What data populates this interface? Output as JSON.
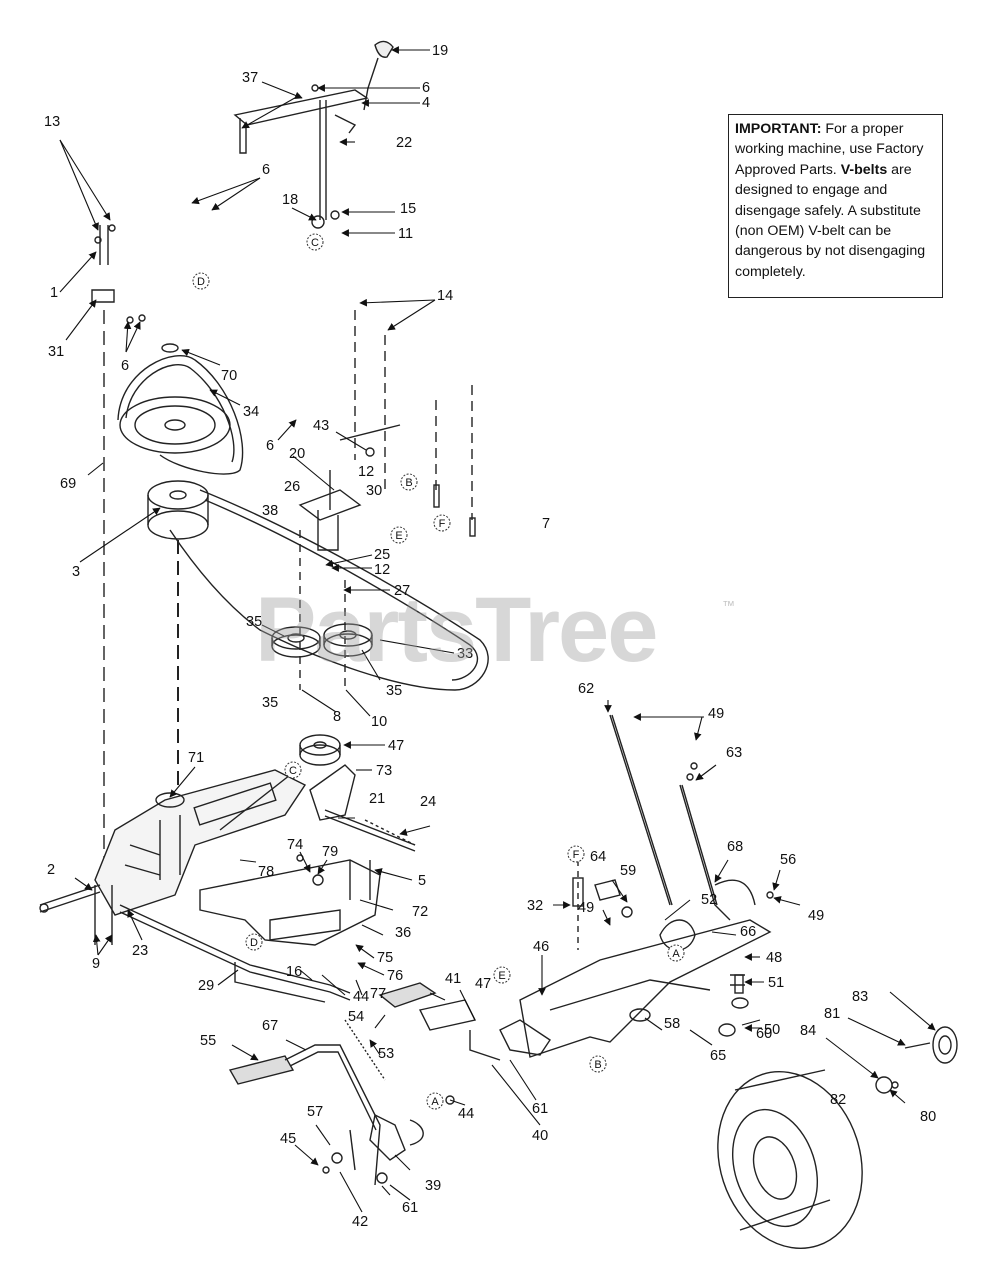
{
  "watermark": {
    "brand": "PartsTree",
    "tm": "™"
  },
  "note": {
    "heading": "IMPORTANT:",
    "line1": " For a proper working machine, use Factory Approved Parts.",
    "bold2": "V-belts",
    "line2": " are designed to engage and disengage safely. A substitute (non OEM) V-belt can be dangerous by not disengaging completely."
  },
  "callouts": [
    {
      "id": "c19",
      "text": "19"
    },
    {
      "id": "c37",
      "text": "37"
    },
    {
      "id": "c6a",
      "text": "6"
    },
    {
      "id": "c4",
      "text": "4"
    },
    {
      "id": "c13",
      "text": "13"
    },
    {
      "id": "c22",
      "text": "22"
    },
    {
      "id": "c6b",
      "text": "6"
    },
    {
      "id": "c18",
      "text": "18"
    },
    {
      "id": "c15",
      "text": "15"
    },
    {
      "id": "c11",
      "text": "11"
    },
    {
      "id": "c1",
      "text": "1"
    },
    {
      "id": "c14",
      "text": "14"
    },
    {
      "id": "c31",
      "text": "31"
    },
    {
      "id": "c6c",
      "text": "6"
    },
    {
      "id": "c70",
      "text": "70"
    },
    {
      "id": "c34",
      "text": "34"
    },
    {
      "id": "c6d",
      "text": "6"
    },
    {
      "id": "c43",
      "text": "43"
    },
    {
      "id": "c69",
      "text": "69"
    },
    {
      "id": "c20",
      "text": "20"
    },
    {
      "id": "c12a",
      "text": "12"
    },
    {
      "id": "c30",
      "text": "30"
    },
    {
      "id": "c26",
      "text": "26"
    },
    {
      "id": "c38",
      "text": "38"
    },
    {
      "id": "c7",
      "text": "7"
    },
    {
      "id": "c3",
      "text": "3"
    },
    {
      "id": "c25",
      "text": "25"
    },
    {
      "id": "c12b",
      "text": "12"
    },
    {
      "id": "c27",
      "text": "27"
    },
    {
      "id": "c35a",
      "text": "35"
    },
    {
      "id": "c33",
      "text": "33"
    },
    {
      "id": "c35b",
      "text": "35"
    },
    {
      "id": "c35c",
      "text": "35"
    },
    {
      "id": "c8",
      "text": "8"
    },
    {
      "id": "c10",
      "text": "10"
    },
    {
      "id": "c62",
      "text": "62"
    },
    {
      "id": "c49a",
      "text": "49"
    },
    {
      "id": "c47a",
      "text": "47"
    },
    {
      "id": "c71",
      "text": "71"
    },
    {
      "id": "c73",
      "text": "73"
    },
    {
      "id": "c63",
      "text": "63"
    },
    {
      "id": "c21",
      "text": "21"
    },
    {
      "id": "c24",
      "text": "24"
    },
    {
      "id": "c68",
      "text": "68"
    },
    {
      "id": "c74",
      "text": "74"
    },
    {
      "id": "c79",
      "text": "79"
    },
    {
      "id": "c64",
      "text": "64"
    },
    {
      "id": "c56",
      "text": "56"
    },
    {
      "id": "c2",
      "text": "2"
    },
    {
      "id": "c78",
      "text": "78"
    },
    {
      "id": "c5",
      "text": "5"
    },
    {
      "id": "c59",
      "text": "59"
    },
    {
      "id": "c32",
      "text": "32"
    },
    {
      "id": "c49b",
      "text": "49"
    },
    {
      "id": "c52",
      "text": "52"
    },
    {
      "id": "c49c",
      "text": "49"
    },
    {
      "id": "c72",
      "text": "72"
    },
    {
      "id": "c36",
      "text": "36"
    },
    {
      "id": "c66",
      "text": "66"
    },
    {
      "id": "c23",
      "text": "23"
    },
    {
      "id": "c46",
      "text": "46"
    },
    {
      "id": "c48",
      "text": "48"
    },
    {
      "id": "c9",
      "text": "9"
    },
    {
      "id": "c75",
      "text": "75"
    },
    {
      "id": "c29",
      "text": "29"
    },
    {
      "id": "c16",
      "text": "16"
    },
    {
      "id": "c76",
      "text": "76"
    },
    {
      "id": "c51",
      "text": "51"
    },
    {
      "id": "c41",
      "text": "41"
    },
    {
      "id": "c47b",
      "text": "47"
    },
    {
      "id": "c44a",
      "text": "44"
    },
    {
      "id": "c77",
      "text": "77"
    },
    {
      "id": "c83",
      "text": "83"
    },
    {
      "id": "c50",
      "text": "50"
    },
    {
      "id": "c60",
      "text": "60"
    },
    {
      "id": "c54",
      "text": "54"
    },
    {
      "id": "c58",
      "text": "58"
    },
    {
      "id": "c65",
      "text": "65"
    },
    {
      "id": "c81",
      "text": "81"
    },
    {
      "id": "c55",
      "text": "55"
    },
    {
      "id": "c67",
      "text": "67"
    },
    {
      "id": "c84",
      "text": "84"
    },
    {
      "id": "c53",
      "text": "53"
    },
    {
      "id": "c61a",
      "text": "61"
    },
    {
      "id": "c44b",
      "text": "44"
    },
    {
      "id": "c40",
      "text": "40"
    },
    {
      "id": "c82",
      "text": "82"
    },
    {
      "id": "c80",
      "text": "80"
    },
    {
      "id": "c57",
      "text": "57"
    },
    {
      "id": "c45",
      "text": "45"
    },
    {
      "id": "c39",
      "text": "39"
    },
    {
      "id": "c42",
      "text": "42"
    },
    {
      "id": "c61b",
      "text": "61"
    }
  ],
  "ref_markers": [
    {
      "id": "rC1",
      "text": "C"
    },
    {
      "id": "rD1",
      "text": "D"
    },
    {
      "id": "rB1",
      "text": "B"
    },
    {
      "id": "rE1",
      "text": "E"
    },
    {
      "id": "rF1",
      "text": "F"
    },
    {
      "id": "rC2",
      "text": "C"
    },
    {
      "id": "rD2",
      "text": "D"
    },
    {
      "id": "rF2",
      "text": "F"
    },
    {
      "id": "rA1",
      "text": "A"
    },
    {
      "id": "rE2",
      "text": "E"
    },
    {
      "id": "rB2",
      "text": "B"
    },
    {
      "id": "rA2",
      "text": "A"
    }
  ]
}
